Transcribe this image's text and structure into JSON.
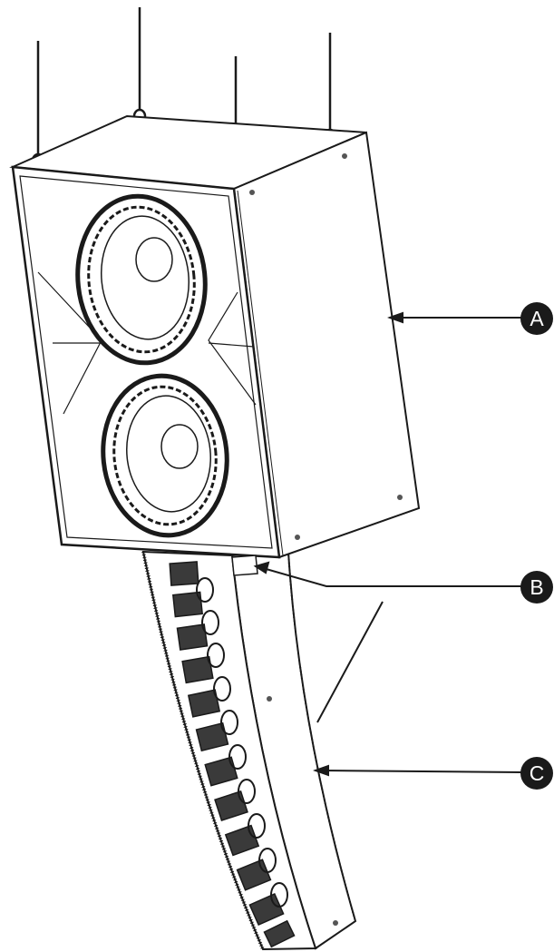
{
  "callouts": [
    {
      "id": "A",
      "label": "A"
    },
    {
      "id": "B",
      "label": "B"
    },
    {
      "id": "C",
      "label": "C"
    }
  ],
  "colors": {
    "line": "#1a1a1a",
    "callout_fill": "#1a1a1a",
    "callout_text": "#ffffff",
    "background": "#ffffff",
    "cabinet_face": "#ffffff",
    "grille_fill": "#3a3a3a"
  }
}
